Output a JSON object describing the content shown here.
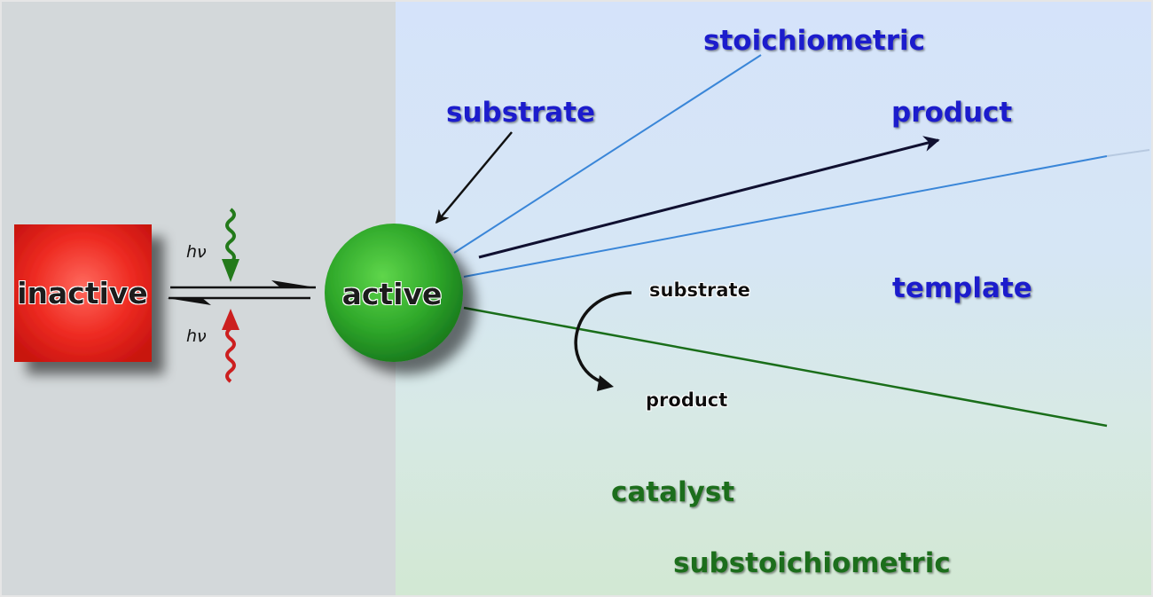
{
  "states": {
    "inactive_label": "inactive",
    "active_label": "active"
  },
  "photo": {
    "hv_top": "hν",
    "hv_bottom": "hν"
  },
  "template_branch": {
    "stoichiometric_label": "stoichiometric",
    "substrate_label": "substrate",
    "product_label": "product",
    "template_label": "template"
  },
  "catalyst_branch": {
    "substrate_label": "substrate",
    "product_label": "product",
    "catalyst_label": "catalyst",
    "substoichiometric_label": "substoichiometric"
  },
  "colors": {
    "inactive": "#e0221e",
    "active": "#2e9e2e",
    "blue_text": "#1a1acc",
    "green_text": "#1f6e1a",
    "blue_line": "#3a86d8",
    "green_line": "#1a6e1a",
    "green_wave": "#237a1a",
    "red_wave": "#cc1f1f"
  }
}
